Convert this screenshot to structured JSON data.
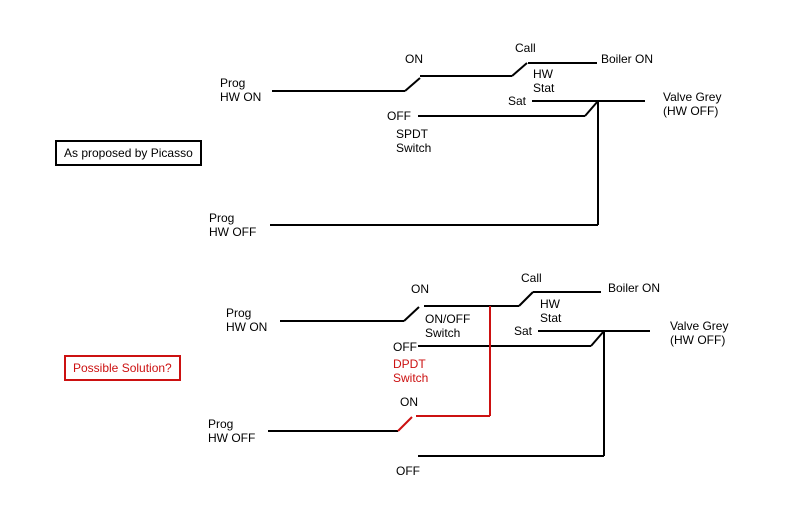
{
  "colors": {
    "wire": "#000000",
    "highlight": "#cc1111",
    "background": "#ffffff"
  },
  "top": {
    "prog_on": [
      "Prog",
      "HW ON"
    ],
    "prog_off": [
      "Prog",
      "HW OFF"
    ],
    "switch_on": "ON",
    "switch_off": "OFF",
    "switch_name": [
      "SPDT",
      "Switch"
    ],
    "call": "Call",
    "stat_name": [
      "HW",
      "Stat"
    ],
    "sat": "Sat",
    "boiler": "Boiler ON",
    "valve": [
      "Valve Grey",
      "(HW OFF)"
    ],
    "note": "As proposed by Picasso"
  },
  "bottom": {
    "prog_on": [
      "Prog",
      "HW ON"
    ],
    "prog_off": [
      "Prog",
      "HW OFF"
    ],
    "switch_on_upper": "ON",
    "switch_name_upper": [
      "ON/OFF",
      "Switch"
    ],
    "switch_off_upper": "OFF",
    "switch_name_dpdt": [
      "DPDT",
      "Switch"
    ],
    "switch_on_lower": "ON",
    "switch_off_lower": "OFF",
    "call": "Call",
    "stat_name": [
      "HW",
      "Stat"
    ],
    "sat": "Sat",
    "boiler": "Boiler ON",
    "valve": [
      "Valve Grey",
      "(HW OFF)"
    ],
    "note": "Possible Solution?"
  }
}
